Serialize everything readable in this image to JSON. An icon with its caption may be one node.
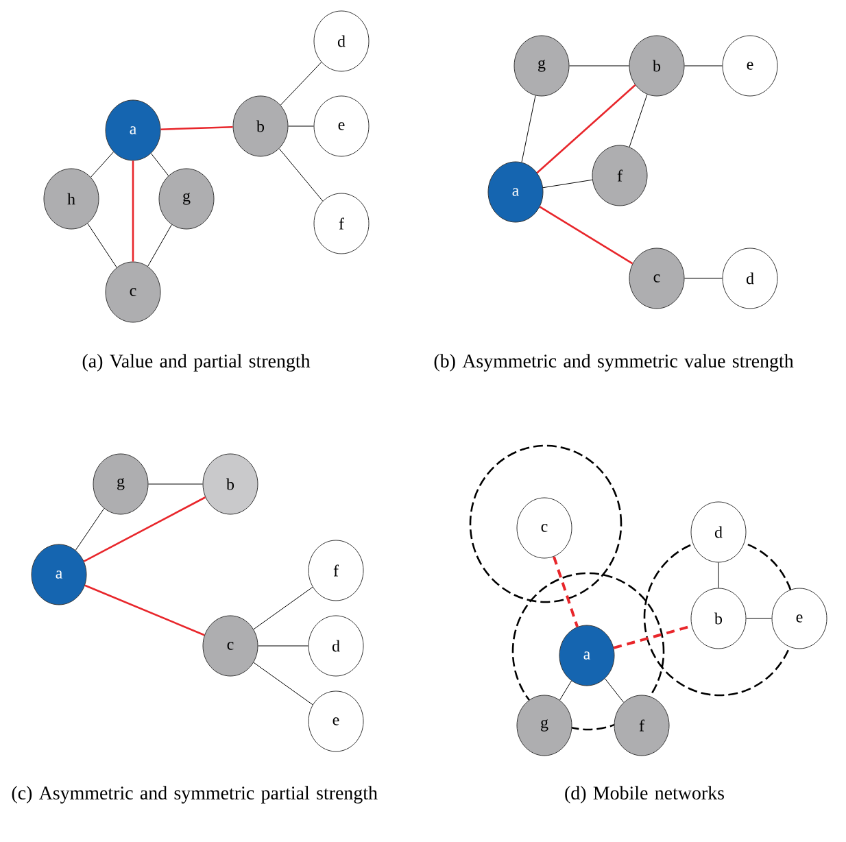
{
  "diagram": {
    "nodes": [
      {
        "text": [
          "a"
        ]
      },
      {
        "text": [
          "b"
        ]
      },
      {
        "text": [
          "d"
        ]
      },
      {
        "text": [
          "e"
        ]
      },
      {
        "text": [
          "f"
        ]
      },
      {
        "text": [
          "h"
        ]
      },
      {
        "text": [
          "g"
        ]
      },
      {
        "text": [
          "c"
        ]
      },
      {
        "text": [
          "g"
        ]
      },
      {
        "text": [
          "b"
        ]
      },
      {
        "text": [
          "e"
        ]
      },
      {
        "text": [
          "a"
        ]
      },
      {
        "text": [
          "f"
        ]
      },
      {
        "text": [
          "c"
        ]
      },
      {
        "text": [
          "d"
        ]
      },
      {
        "text": [
          "g"
        ]
      },
      {
        "text": [
          "b"
        ]
      },
      {
        "text": [
          "a"
        ]
      },
      {
        "text": [
          "f"
        ]
      },
      {
        "text": [
          "c"
        ]
      },
      {
        "text": [
          "d"
        ]
      },
      {
        "text": [
          "e"
        ]
      },
      {
        "text": [
          "c"
        ]
      },
      {
        "text": [
          "d"
        ]
      },
      {
        "text": [
          "b"
        ]
      },
      {
        "text": [
          "e"
        ]
      },
      {
        "text": [
          "a"
        ]
      },
      {
        "text": [
          "g"
        ]
      },
      {
        "text": [
          "f"
        ]
      }
    ],
    "edges": [
      {
        "from": 0,
        "to": 1,
        "arrow": "none",
        "color": "#e8262b"
      },
      {
        "from": 0,
        "to": 7,
        "arrow": "none",
        "color": "#e8262b"
      },
      {
        "from": 0,
        "to": 5,
        "arrow": "none"
      },
      {
        "from": 0,
        "to": 6,
        "arrow": "none"
      },
      {
        "from": 5,
        "to": 7,
        "arrow": "none"
      },
      {
        "from": 6,
        "to": 7,
        "arrow": "none"
      },
      {
        "from": 1,
        "to": 2,
        "arrow": "none"
      },
      {
        "from": 1,
        "to": 3,
        "arrow": "none"
      },
      {
        "from": 1,
        "to": 4,
        "arrow": "none"
      },
      {
        "from": 8,
        "to": 9,
        "arrow": "none"
      },
      {
        "from": 9,
        "to": 10,
        "arrow": "none"
      },
      {
        "from": 8,
        "to": 11,
        "arrow": "none"
      },
      {
        "from": 11,
        "to": 9,
        "arrow": "none",
        "color": "#e8262b"
      },
      {
        "from": 9,
        "to": 12,
        "arrow": "none"
      },
      {
        "from": 11,
        "to": 12,
        "arrow": "none"
      },
      {
        "from": 11,
        "to": 13,
        "arrow": "none",
        "color": "#e8262b"
      },
      {
        "from": 13,
        "to": 14,
        "arrow": "none"
      },
      {
        "from": 15,
        "to": 16,
        "arrow": "none"
      },
      {
        "from": 17,
        "to": 15,
        "arrow": "none"
      },
      {
        "from": 17,
        "to": 16,
        "arrow": "none",
        "color": "#e8262b"
      },
      {
        "from": 17,
        "to": 19,
        "arrow": "none",
        "color": "#e8262b"
      },
      {
        "from": 19,
        "to": 18,
        "arrow": "none"
      },
      {
        "from": 19,
        "to": 20,
        "arrow": "none"
      },
      {
        "from": 19,
        "to": 21,
        "arrow": "none"
      },
      {
        "from": 22,
        "to": 26,
        "arrow": "none",
        "style": "dashed",
        "color": "#e8262b"
      },
      {
        "from": 26,
        "to": 24,
        "arrow": "none",
        "style": "dashed",
        "color": "#e8262b"
      },
      {
        "from": 23,
        "to": 24,
        "arrow": "none"
      },
      {
        "from": 24,
        "to": 25,
        "arrow": "none"
      },
      {
        "from": 26,
        "to": 27,
        "arrow": "none"
      },
      {
        "from": 26,
        "to": 28,
        "arrow": "none"
      }
    ],
    "labels": [
      "(a) Value and partial strength",
      "(b) Asymmetric and symmetric value strength",
      "(c) Asymmetric and symmetric partial strength",
      "(d) Mobile networks"
    ]
  }
}
